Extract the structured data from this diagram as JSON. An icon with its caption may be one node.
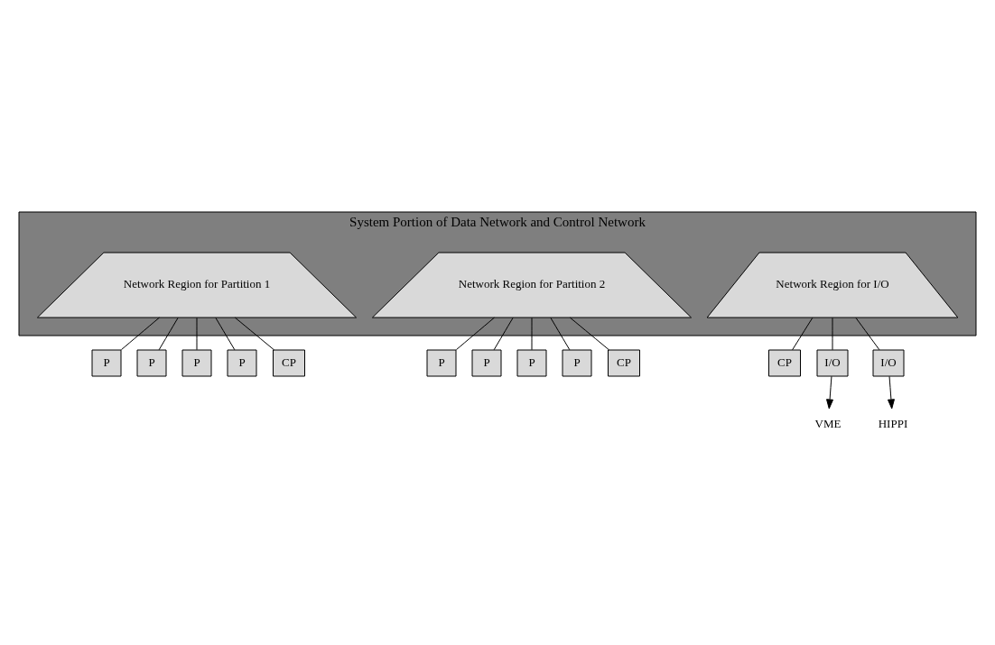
{
  "diagram": {
    "nodes": [
      {
        "text": [
          "System Portion of Data Network and Control Network"
        ]
      },
      {
        "text": [
          "Network Region for Partition 1"
        ],
        "in": 0
      },
      {
        "text": [
          "Network Region for Partition 2"
        ],
        "in": 0
      },
      {
        "text": [
          "Network Region for I/O"
        ],
        "in": 0
      },
      {
        "text": [
          "P"
        ]
      },
      {
        "text": [
          "P"
        ]
      },
      {
        "text": [
          "P"
        ]
      },
      {
        "text": [
          "P"
        ]
      },
      {
        "text": [
          "CP"
        ]
      },
      {
        "text": [
          "P"
        ]
      },
      {
        "text": [
          "P"
        ]
      },
      {
        "text": [
          "P"
        ]
      },
      {
        "text": [
          "P"
        ]
      },
      {
        "text": [
          "CP"
        ]
      },
      {
        "text": [
          "CP"
        ]
      },
      {
        "text": [
          "I/O"
        ]
      },
      {
        "text": [
          "I/O"
        ]
      },
      {
        "text": [
          "VME"
        ]
      },
      {
        "text": [
          "HIPPI"
        ]
      }
    ],
    "edges": [
      {
        "from": 1,
        "to": 4,
        "arrow": "none"
      },
      {
        "from": 1,
        "to": 5,
        "arrow": "none"
      },
      {
        "from": 1,
        "to": 6,
        "arrow": "none"
      },
      {
        "from": 1,
        "to": 7,
        "arrow": "none"
      },
      {
        "from": 1,
        "to": 8,
        "arrow": "none"
      },
      {
        "from": 2,
        "to": 9,
        "arrow": "none"
      },
      {
        "from": 2,
        "to": 10,
        "arrow": "none"
      },
      {
        "from": 2,
        "to": 11,
        "arrow": "none"
      },
      {
        "from": 2,
        "to": 12,
        "arrow": "none"
      },
      {
        "from": 2,
        "to": 13,
        "arrow": "none"
      },
      {
        "from": 3,
        "to": 14,
        "arrow": "none"
      },
      {
        "from": 3,
        "to": 15,
        "arrow": "none"
      },
      {
        "from": 3,
        "to": 16,
        "arrow": "none"
      },
      {
        "from": 15,
        "to": 17,
        "arrow": "to"
      },
      {
        "from": 16,
        "to": 18,
        "arrow": "to"
      }
    ]
  }
}
